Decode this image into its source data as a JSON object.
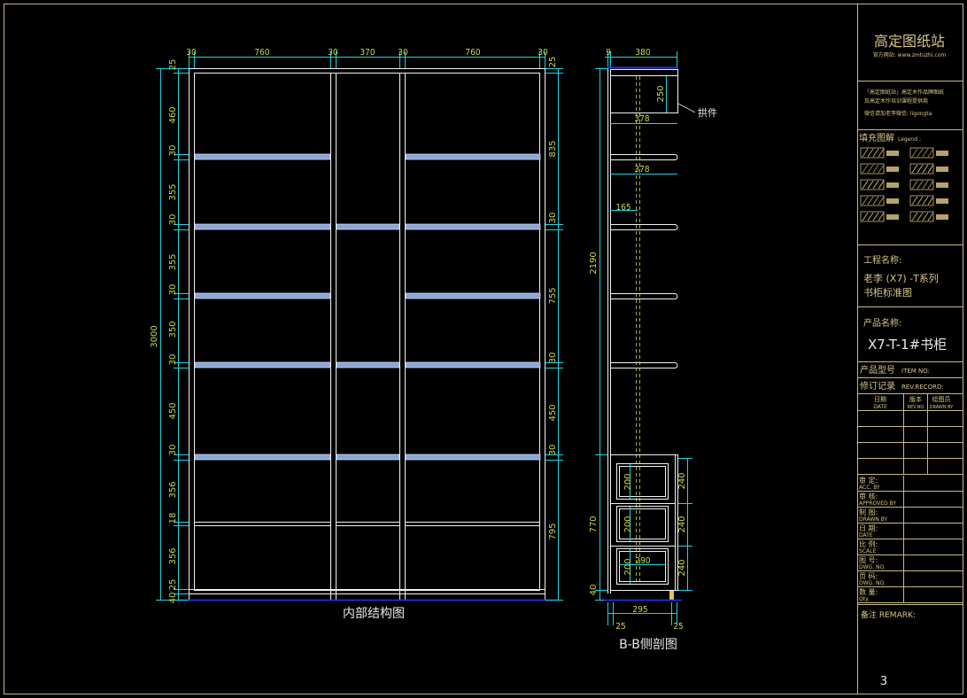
{
  "front_view": {
    "caption": "内部结构图",
    "top_dims": [
      "30",
      "760",
      "30",
      "370",
      "30",
      "760",
      "30"
    ],
    "left_dims": [
      "25",
      "460",
      "30",
      "355",
      "30",
      "355",
      "30",
      "350",
      "30",
      "450",
      "30",
      "356",
      "18",
      "356",
      "25",
      "40"
    ],
    "total_height": "3000",
    "right_dims": [
      "25",
      "835",
      "30",
      "755",
      "30",
      "450",
      "30",
      "795"
    ]
  },
  "side_view": {
    "caption": "B-B侧剖图",
    "top_dims": [
      "9",
      "380"
    ],
    "dim_250": "250",
    "dim_378a": "378",
    "dim_378b": "378",
    "dim_165": "165",
    "dim_2190": "2190",
    "dim_770": "770",
    "dim_40": "40",
    "drawer_heights": [
      "200",
      "200",
      "200"
    ],
    "drawer_fronts": [
      "240",
      "240",
      "240"
    ],
    "dim_290": "290",
    "dim_295": "295",
    "bottom_left": "25",
    "bottom_right": "25",
    "label_fitting": "拱件"
  },
  "title_block": {
    "brand": "高定图纸站",
    "website": "官方网站: www.zmtuzhi.com",
    "notice_line1": "「高定图纸站」高定木作品牌图纸",
    "notice_line2": "及高定木作培训课程提供商",
    "notice_line3": "微信请加老李微信: ligongta",
    "legend_title": "填充图解",
    "legend_sub": "Legend :",
    "project_label": "工程名称:",
    "project_line1": "老李 (X7) -T系列",
    "project_line2": "书柜标准图",
    "product_label": "产品名称:",
    "product_name": "X7-T-1#书柜",
    "item_no_cn": "产品型号",
    "item_no_en": "ITEM NO:",
    "rev_cn": "修订记录",
    "rev_en": "REV.RECORD:",
    "date_cn": "日期",
    "date_en": "DATE",
    "revno_cn": "版本",
    "revno_en": "REV.NO",
    "drawn_cn": "绘图员",
    "drawn_en": "DRAWN BY",
    "signoff": [
      {
        "cn": "审  定:",
        "en": "ACC. BY"
      },
      {
        "cn": "审  核:",
        "en": "APPROVED BY"
      },
      {
        "cn": "制  图:",
        "en": "DRAWN BY"
      },
      {
        "cn": "日  期:",
        "en": "DATE"
      },
      {
        "cn": "比  例:",
        "en": "SCALE"
      },
      {
        "cn": "图  号:",
        "en": "DWG. NO."
      },
      {
        "cn": "页  码:",
        "en": "DWG. NO."
      },
      {
        "cn": "数  量:",
        "en": "Qty."
      }
    ],
    "remark": "备注 REMARK:",
    "page_number": "3"
  },
  "colors": {
    "background": "#000000",
    "frame": "#c9b884",
    "dimension": "#1fd3e0",
    "dim_text": "#c8d94a",
    "lines": "#f2f2f2",
    "shelf_fill": "#8aa6d8",
    "section_edge": "#2233ff"
  }
}
